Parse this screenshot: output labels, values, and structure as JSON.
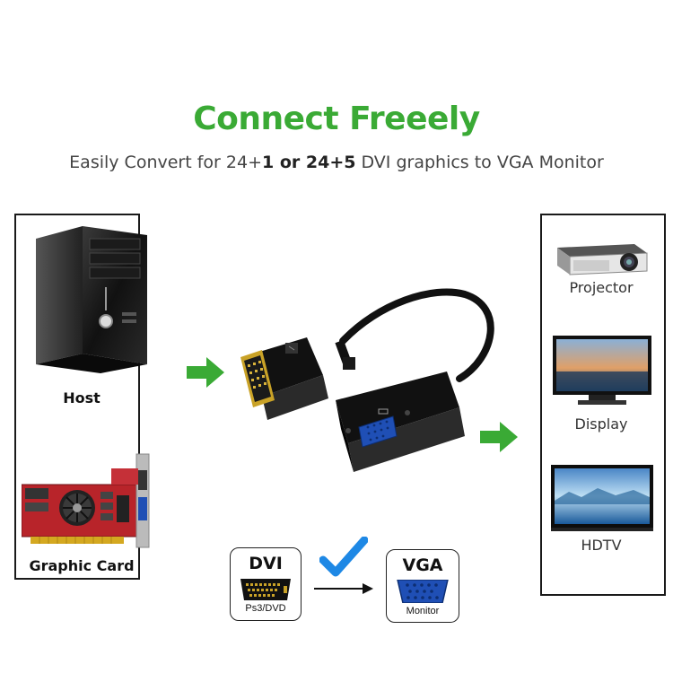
{
  "header": {
    "title": "Connect Freeely",
    "subtitle_prefix": "Easily Convert for 24+",
    "subtitle_bold1": "1 or 24+5",
    "subtitle_suffix": " DVI graphics to VGA Monitor"
  },
  "left_panel": {
    "host_label": "Host",
    "graphic_card_label": "Graphic Card"
  },
  "right_panel": {
    "projector_label": "Projector",
    "display_label": "Display",
    "hdtv_label": "HDTV"
  },
  "connector_cards": {
    "dvi_title": "DVI",
    "dvi_caption": "Ps3/DVD",
    "vga_title": "VGA",
    "vga_caption": "Monitor"
  },
  "colors": {
    "accent_green": "#3aaa35",
    "check_blue": "#1e88e5",
    "vga_blue": "#1f4fb5"
  },
  "icons": [
    "pc-tower-icon",
    "graphics-card-icon",
    "arrow-right-icon",
    "adapter-cable-icon",
    "projector-icon",
    "display-icon",
    "hdtv-icon",
    "checkmark-icon",
    "dvi-port-icon",
    "vga-port-icon"
  ]
}
